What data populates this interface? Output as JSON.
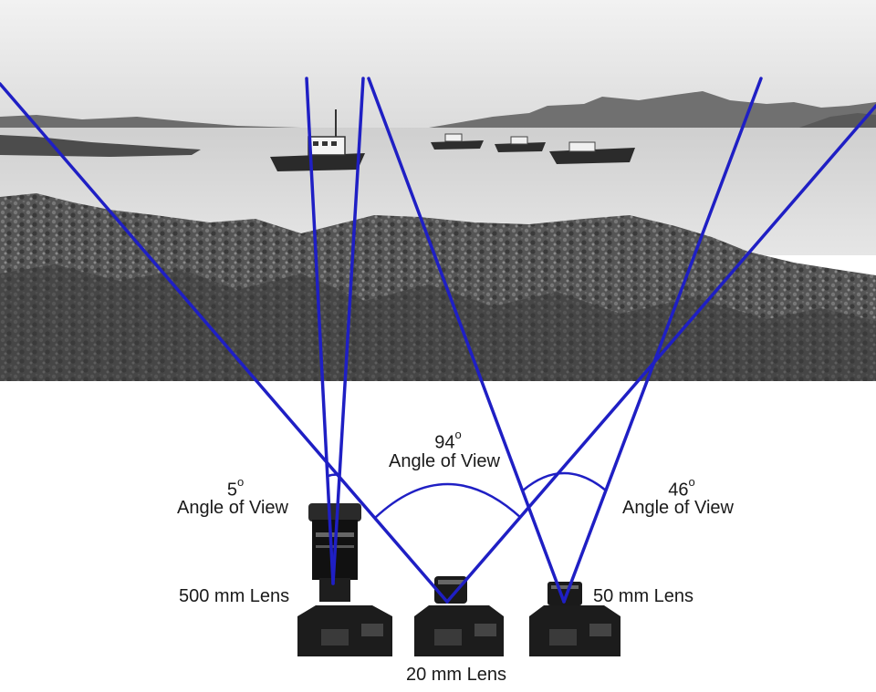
{
  "diagram": {
    "lenses": [
      {
        "id": "500mm",
        "label": "500 mm Lens",
        "angle_value": "5",
        "degree_mark": "o",
        "angle_caption": "Angle of View"
      },
      {
        "id": "20mm",
        "label": "20 mm Lens",
        "angle_value": "94",
        "degree_mark": "o",
        "angle_caption": "Angle of View"
      },
      {
        "id": "50mm",
        "label": "50 mm Lens",
        "angle_value": "46",
        "degree_mark": "o",
        "angle_caption": "Angle of View"
      }
    ],
    "colors": {
      "ray": "#1f1fc4",
      "sky": "#e4e4e4",
      "water": "#d9d9d9",
      "rock": "#4a4a4a",
      "camera_body": "#1c1c1c"
    }
  }
}
